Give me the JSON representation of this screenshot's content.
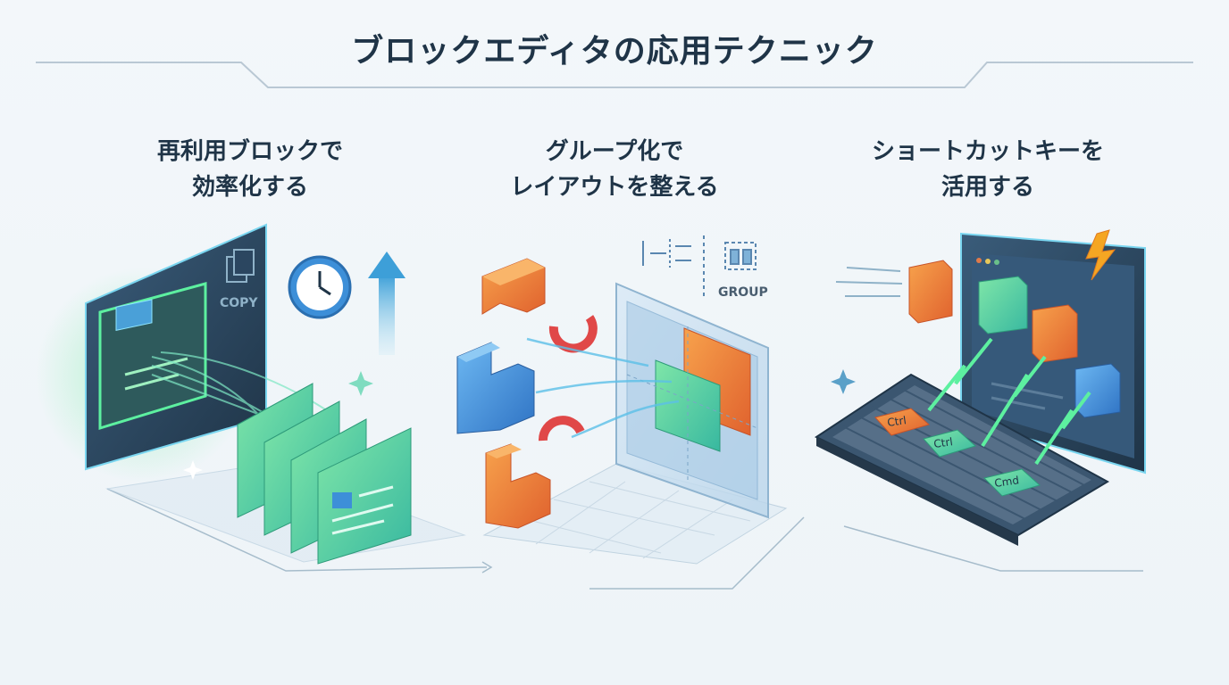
{
  "title": "ブロックエディタの応用テクニック",
  "sections": [
    {
      "line1": "再利用ブロックで",
      "line2": "効率化する",
      "badge": "COPY"
    },
    {
      "line1": "グループ化で",
      "line2": "レイアウトを整える",
      "badge": "GROUP"
    },
    {
      "line1": "ショートカットキーを",
      "line2": "活用する",
      "keys": [
        "Ctrl",
        "Ctrl",
        "Cmd"
      ]
    }
  ],
  "colors": {
    "title": "#1f3447",
    "green": "#4fcf8a",
    "blue": "#3d8fd8",
    "orange": "#f08a3c",
    "panel": "#2b4660"
  },
  "icons": [
    "copy-icon",
    "clock-icon",
    "up-arrow-icon",
    "magnet-icon",
    "align-icon",
    "group-icon",
    "lightning-icon",
    "sparkle-icon"
  ]
}
